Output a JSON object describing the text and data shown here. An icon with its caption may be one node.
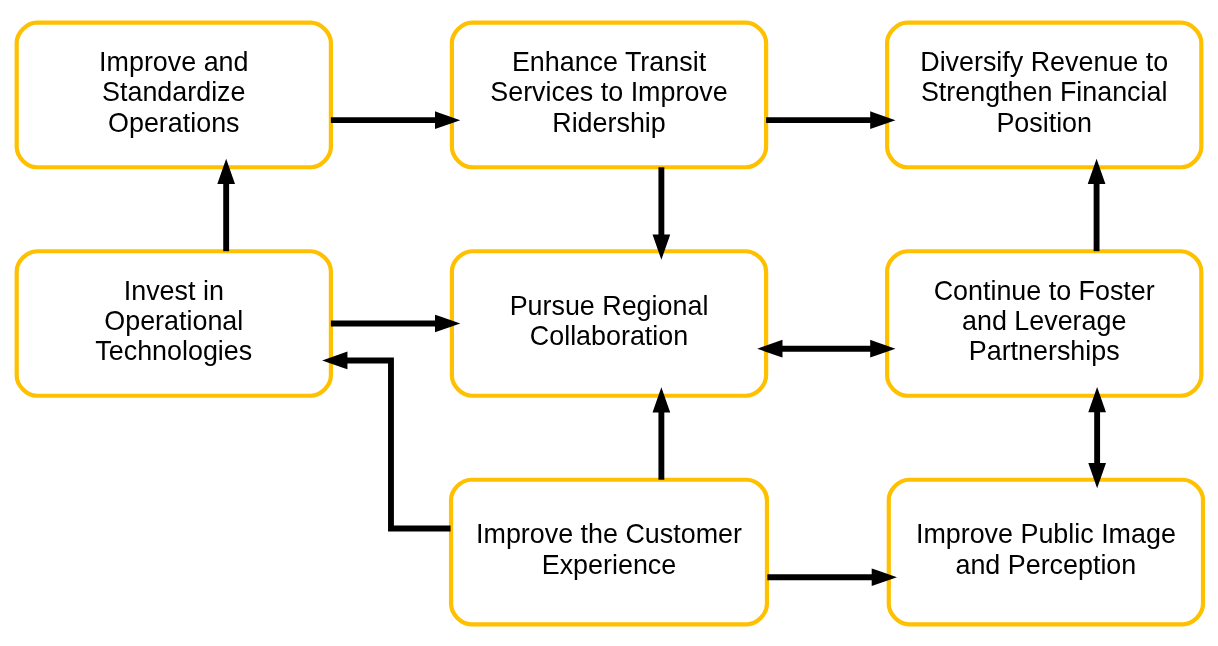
{
  "diagram": {
    "nodes": [
      {
        "text": [
          "Improve and Standardize Operations"
        ]
      },
      {
        "text": [
          "Enhance Transit Services to Improve Ridership"
        ]
      },
      {
        "text": [
          "Diversify Revenue to Strengthen Financial Position"
        ]
      },
      {
        "text": [
          "Invest in Operational Technologies"
        ]
      },
      {
        "text": [
          "Pursue Regional Collaboration"
        ]
      },
      {
        "text": [
          "Continue to Foster and Leverage Partnerships"
        ]
      },
      {
        "text": [
          "Improve the Customer Experience"
        ]
      },
      {
        "text": [
          "Improve Public Image and Perception"
        ]
      }
    ],
    "edges": [
      {
        "from": 0,
        "to": 1,
        "arrow": "to"
      },
      {
        "from": 1,
        "to": 2,
        "arrow": "to"
      },
      {
        "from": 1,
        "to": 4,
        "arrow": "to"
      },
      {
        "from": 3,
        "to": 0,
        "arrow": "to"
      },
      {
        "from": 3,
        "to": 4,
        "arrow": "to"
      },
      {
        "from": 4,
        "to": 5,
        "arrow": "both"
      },
      {
        "from": 5,
        "to": 2,
        "arrow": "to"
      },
      {
        "from": 5,
        "to": 7,
        "arrow": "both"
      },
      {
        "from": 6,
        "to": 4,
        "arrow": "to"
      },
      {
        "from": 6,
        "to": 3,
        "arrow": "to"
      },
      {
        "from": 6,
        "to": 7,
        "arrow": "to"
      }
    ]
  }
}
